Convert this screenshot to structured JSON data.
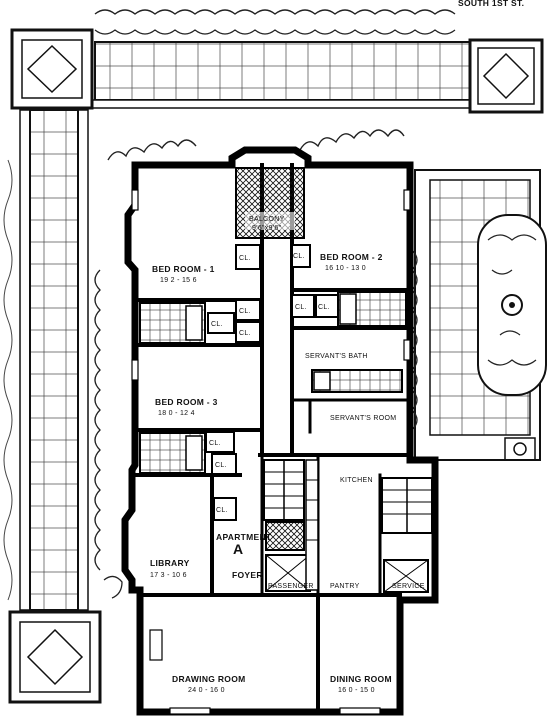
{
  "header_text": "SOUTH 1ST ST.",
  "rooms": {
    "balcony": {
      "name": "BALCONY",
      "dims": "9'6\"x9'6\""
    },
    "bedroom1": {
      "name": "BED ROOM - 1",
      "dims": "19 2 - 15 6"
    },
    "bedroom2": {
      "name": "BED ROOM - 2",
      "dims": "16 10 - 13 0"
    },
    "bedroom3": {
      "name": "BED ROOM - 3",
      "dims": "18 0 - 12 4"
    },
    "servants_bath": {
      "name": "SERVANT'S BATH"
    },
    "servants_room": {
      "name": "SERVANT'S ROOM"
    },
    "kitchen": {
      "name": "KITCHEN"
    },
    "library": {
      "name": "LIBRARY",
      "dims": "17 3 - 10 6"
    },
    "apartment": {
      "name": "APARTMENT",
      "letter": "A"
    },
    "foyer": {
      "name": "FOYER"
    },
    "passenger": {
      "name": "PASSENGER"
    },
    "pantry": {
      "name": "PANTRY"
    },
    "service": {
      "name": "SERVICE"
    },
    "drawing_room": {
      "name": "DRAWING ROOM",
      "dims": "24 0 - 16 0"
    },
    "dining_room": {
      "name": "DINING ROOM",
      "dims": "16 0 - 15 0"
    }
  },
  "closet_label": "CL."
}
